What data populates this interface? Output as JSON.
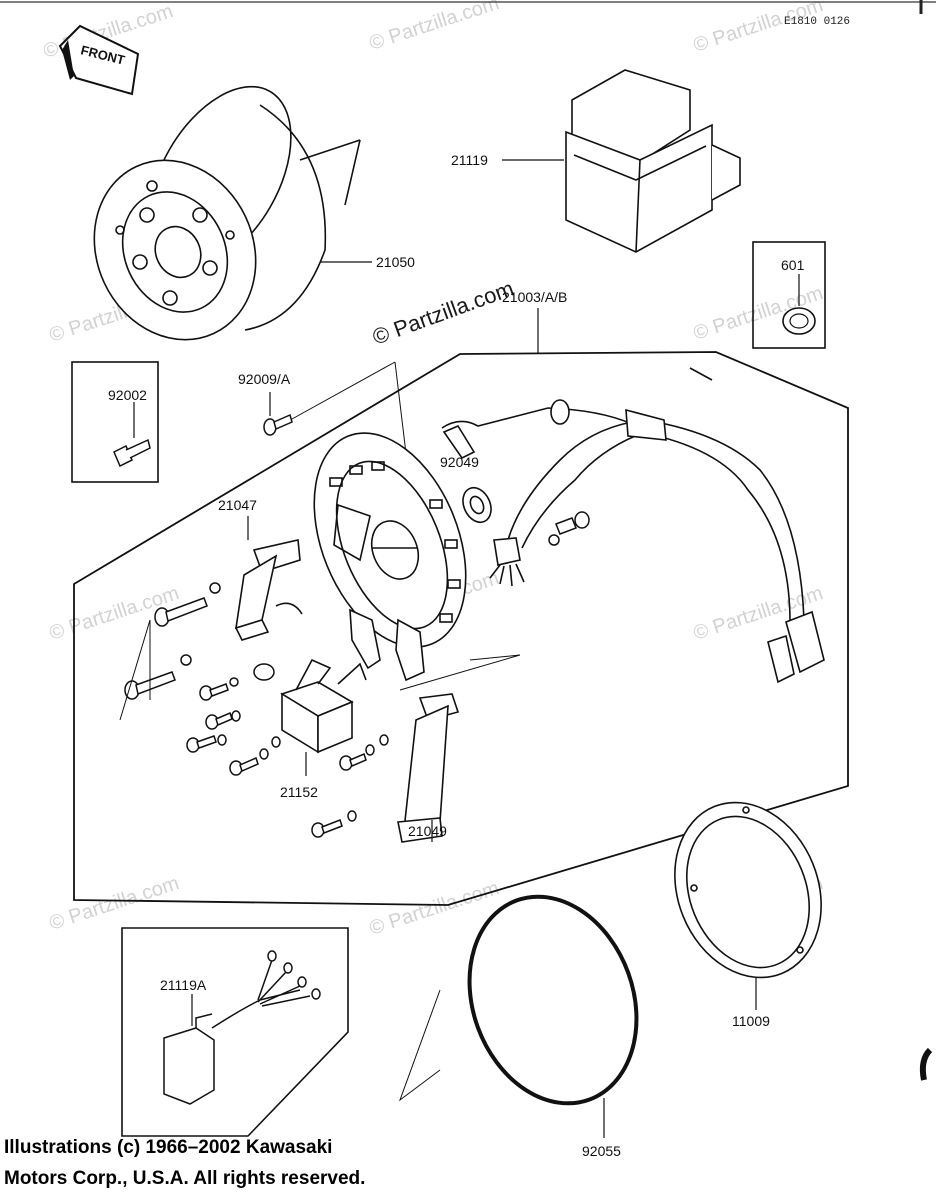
{
  "diagram": {
    "code": "E1810 0126",
    "front_label": "FRONT",
    "watermark_center": "© Partzilla.com",
    "watermark_small": "© Partzilla.com"
  },
  "parts": {
    "p21050": "21050",
    "p21119": "21119",
    "p601": "601",
    "p21003": "21003/A/B",
    "p92002": "92002",
    "p92009": "92009/A",
    "p92049": "92049",
    "p21047": "21047",
    "p21152": "21152",
    "p21049": "21049",
    "p21119A": "21119A",
    "p11009": "11009",
    "p92055": "92055"
  },
  "copyright": {
    "line1": "Illustrations (c) 1966–2002 Kawasaki",
    "line2": "Motors Corp., U.S.A.  All rights reserved."
  }
}
